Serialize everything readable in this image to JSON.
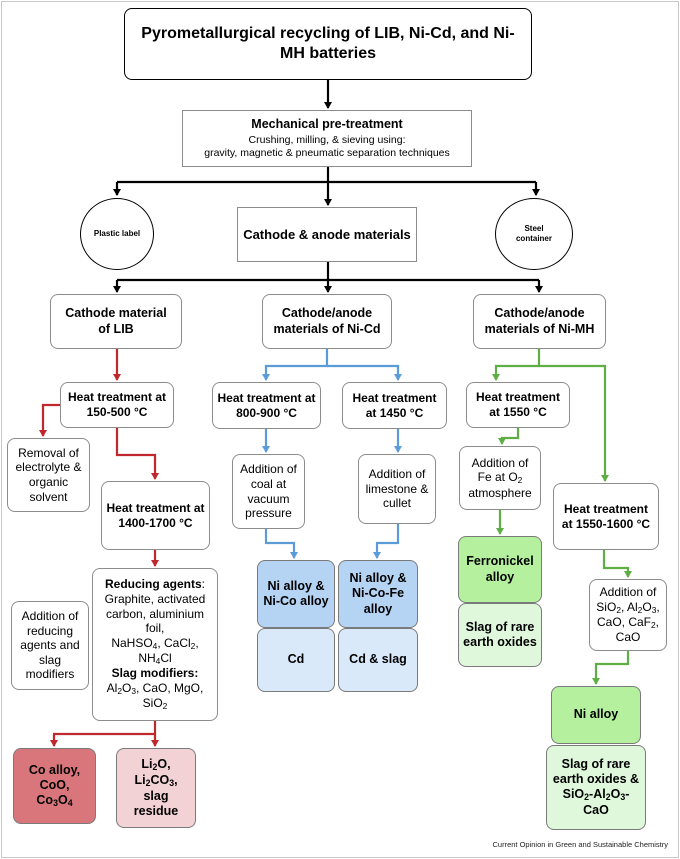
{
  "title": "Pyrometallurgical recycling of LIB, Ni-Cd, and Ni-MH batteries",
  "pretreatment": {
    "heading": "Mechanical pre-treatment",
    "line1": "Crushing, milling, & sieving using:",
    "line2": "gravity, magnetic & pneumatic separation techniques"
  },
  "side_outputs": {
    "plastic": "Plastic label",
    "steel": "Steel container"
  },
  "cathode_anode": "Cathode & anode materials",
  "lib": {
    "source": "Cathode material of LIB",
    "heat1": "Heat treatment at 150-500 °C",
    "removal": "Removal of electrolyte & organic solvent",
    "heat2": "Heat treatment at 1400-1700 °C",
    "additive_note": "Addition of reducing agents and slag modifiers",
    "reducing_label": "Reducing agents",
    "reducing_text": "Graphite, activated carbon, aluminium foil,",
    "slag_label": "Slag modifiers",
    "product_alloy": "Co alloy, CoO, Co3O4",
    "product_slag": "Li2O, Li2CO3, slag residue"
  },
  "nicd": {
    "source": "Cathode/anode materials of Ni-Cd",
    "heat_a": "Heat treatment at 800-900 °C",
    "heat_b": "Heat treatment at 1450 °C",
    "add_a": "Addition of coal at vacuum pressure",
    "add_b": "Addition of limestone & cullet",
    "alloy_a": "Ni alloy & Ni-Co alloy",
    "alloy_b": "Ni alloy & Ni-Co-Fe alloy",
    "out_a": "Cd",
    "out_b": "Cd & slag"
  },
  "nimh": {
    "source": "Cathode/anode materials of Ni-MH",
    "heat_a": "Heat treatment at 1550 °C",
    "heat_b": "Heat treatment at 1550-1600 °C",
    "add_fe": "Addition of Fe at O2 atmosphere",
    "ferronickel": "Ferronickel alloy",
    "slag_a": "Slag of rare earth oxides",
    "add_oxides": "Addition of SiO2, Al2O3, CaO, CaF2, CaO",
    "ni_alloy": "Ni alloy",
    "slag_b": "Slag of rare earth oxides & SiO2-Al2O3-CaO"
  },
  "footer": "Current Opinion in Green and Sustainable Chemistry",
  "colors": {
    "black": "#000000",
    "red": "#c0282d",
    "blue": "#5a9bd8",
    "green": "#5fae44",
    "blue_fill_dark": "#b5d3f3",
    "blue_fill_light": "#d9e9fa",
    "green_fill_dark": "#b4f09e",
    "green_fill_light": "#dff8dc",
    "red_fill_dark": "#d9767b",
    "red_fill_light": "#f3d2d6"
  }
}
